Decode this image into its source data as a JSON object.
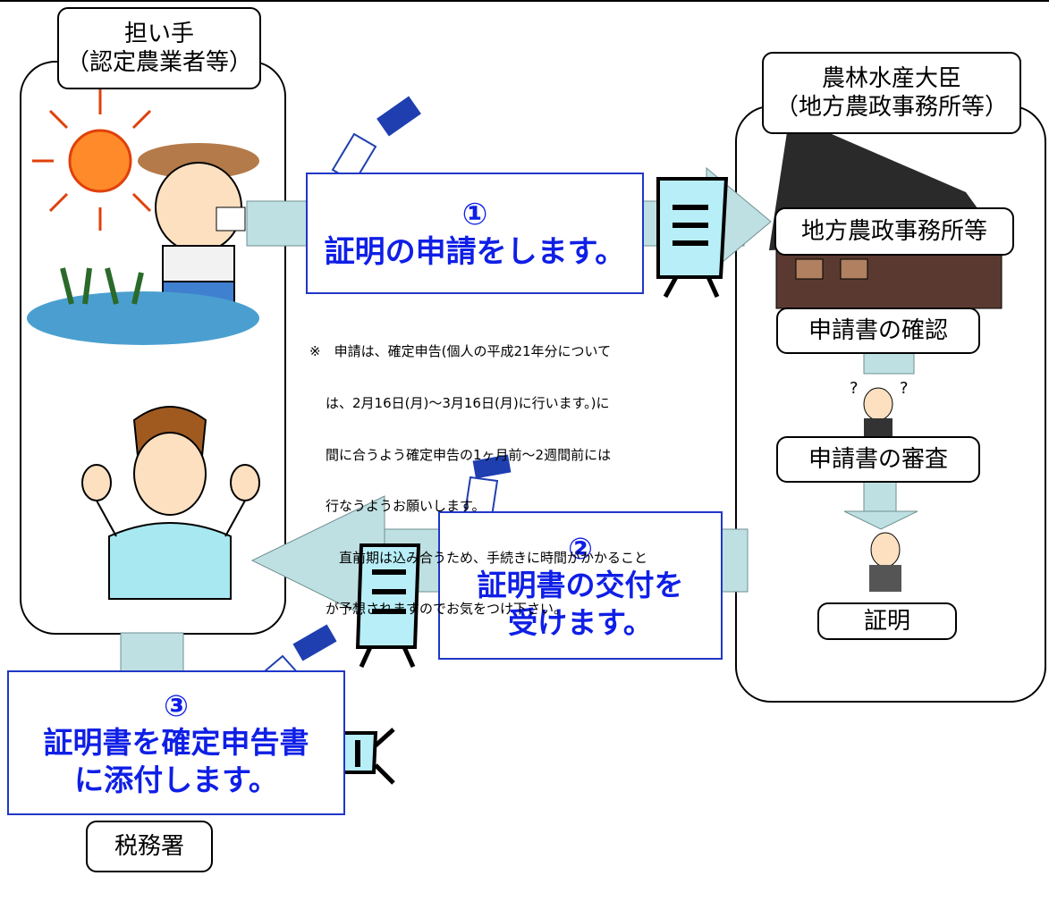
{
  "left_lane": {
    "title_line1": "担い手",
    "title_line2": "（認定農業者等）"
  },
  "right_lane": {
    "title_line1": "農林水産大臣",
    "title_line2": "（地方農政事務所等）"
  },
  "office_label": "地方農政事務所等",
  "steps": [
    {
      "number": "①",
      "text": "証明の申請をします。"
    },
    {
      "number": "②",
      "text_line1": "証明書の交付を",
      "text_line2": "受けます。"
    },
    {
      "number": "③",
      "text_line1": "証明書を確定申告書",
      "text_line2": "に添付します。"
    }
  ],
  "process": {
    "confirm": "申請書の確認",
    "review": "申請書の審査",
    "certify": "証明"
  },
  "tax_office": "税務署",
  "note": {
    "mark": "※",
    "line1": "申請は、確定申告(個人の平成21年分について",
    "line2": "は、2月16日(月)～3月16日(月)に行います。)に",
    "line3": "間に合うよう確定申告の1ヶ月前～2週間前には",
    "line4": "行なうようお願いします。",
    "line5": "　直前期は込み合うため、手続きに時間がかかること",
    "line6": "が予想されますのでお気をつけ下さい。"
  },
  "colors": {
    "arrow_fill": "#bfe0e2",
    "step_text": "#0f1fe6",
    "step_border": "#1f37c8"
  }
}
